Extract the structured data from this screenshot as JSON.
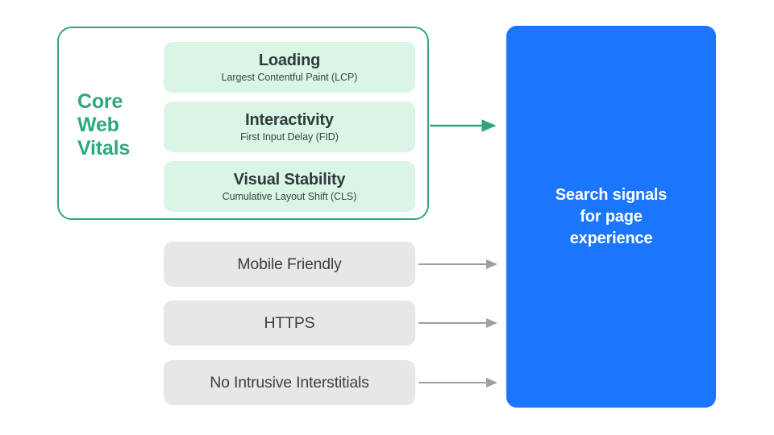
{
  "diagram": {
    "title_group": {
      "label_lines": [
        "Core",
        "Web",
        "Vitals"
      ],
      "border_color": "#2ea77f",
      "text_color": "#2ea77f"
    },
    "metrics": [
      {
        "name": "Loading",
        "subtitle": "Largest Contentful Paint (LCP)",
        "fill": "#d8f5e5"
      },
      {
        "name": "Interactivity",
        "subtitle": "First Input Delay (FID)",
        "fill": "#d8f5e5"
      },
      {
        "name": "Visual Stability",
        "subtitle": "Cumulative Layout Shift (CLS)",
        "fill": "#d8f5e5"
      }
    ],
    "other_signals": [
      {
        "name": "Mobile Friendly",
        "fill": "#e6e7e9"
      },
      {
        "name": "HTTPS",
        "fill": "#e6e7e9"
      },
      {
        "name": "No Intrusive Interstitials",
        "fill": "#e6e7e9"
      }
    ],
    "destination": {
      "lines": [
        "Search signals",
        "for page",
        "experience"
      ],
      "fill": "#1b76fe",
      "text_color": "#ffffff"
    },
    "arrows": [
      {
        "from": "core-web-vitals-group",
        "to": "search-signals-panel",
        "color": "#2ea77f"
      },
      {
        "from": "mobile-friendly",
        "to": "search-signals-panel",
        "color": "#9aa0a6"
      },
      {
        "from": "https",
        "to": "search-signals-panel",
        "color": "#9aa0a6"
      },
      {
        "from": "no-intrusive-interstitials",
        "to": "search-signals-panel",
        "color": "#9aa0a6"
      }
    ]
  }
}
